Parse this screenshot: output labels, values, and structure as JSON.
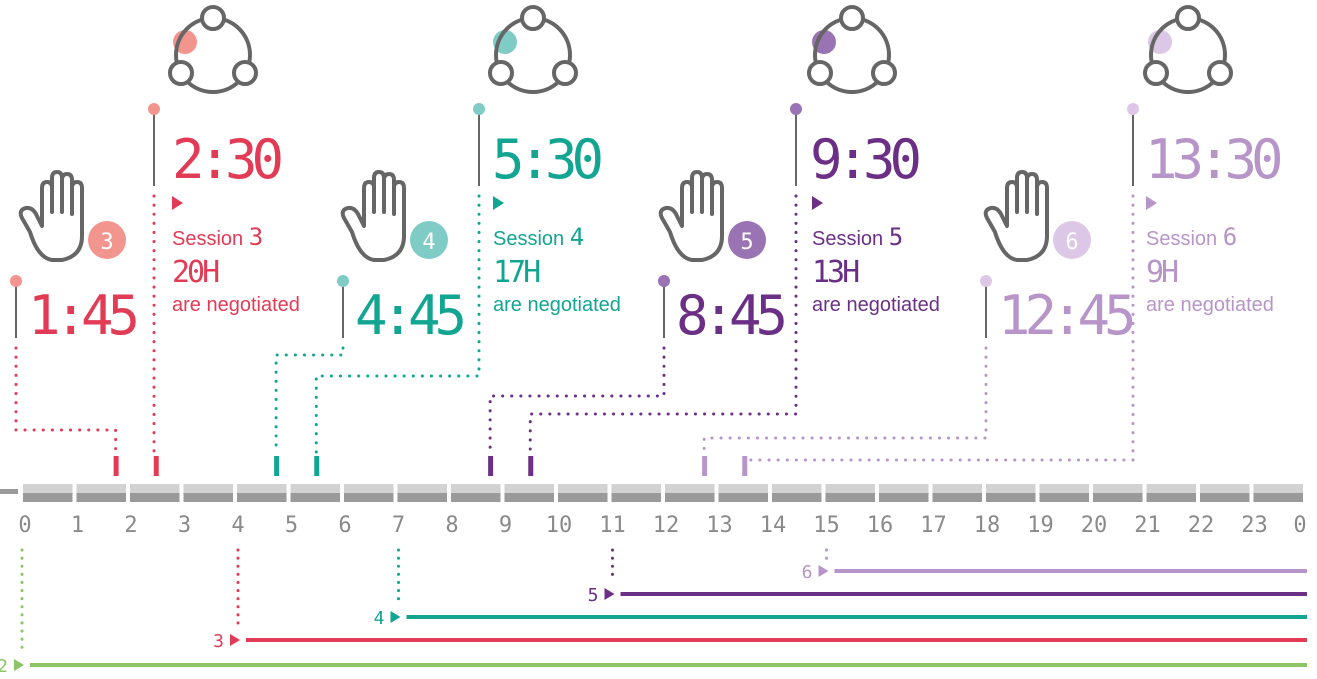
{
  "colors": {
    "s2": "#8cc466",
    "s3": "#e23b55",
    "s4": "#12a592",
    "s5": "#6b2f86",
    "s6": "#b795c9",
    "s3_light": "#f3958f",
    "s4_light": "#7fcbc6",
    "s5_light": "#9a73b4",
    "s6_light": "#dcc8e6",
    "icon_gray": "#666666",
    "bar_light": "#d2d2d2",
    "bar_dark": "#9a9a9a",
    "tick_text": "#8a8a8a"
  },
  "axis": {
    "hour_labels": [
      "0",
      "1",
      "2",
      "3",
      "4",
      "5",
      "6",
      "7",
      "8",
      "9",
      "10",
      "11",
      "12",
      "13",
      "14",
      "15",
      "16",
      "17",
      "18",
      "19",
      "20",
      "21",
      "22",
      "23",
      "0"
    ]
  },
  "sessions": [
    {
      "id": "s3",
      "hand_number": "3",
      "start_time": "1:45",
      "session_time": "2:30",
      "session_word": "Session",
      "session_number": "3",
      "hours": "20H",
      "negotiated": "are negotiated",
      "marker_hours": [
        1.75,
        2.5
      ],
      "timeline_start_hour": 4,
      "timeline_label": "3",
      "icon": "network-icon",
      "hand_icon": "raised-hand-icon"
    },
    {
      "id": "s4",
      "hand_number": "4",
      "start_time": "4:45",
      "session_time": "5:30",
      "session_word": "Session",
      "session_number": "4",
      "hours": "17H",
      "negotiated": "are negotiated",
      "marker_hours": [
        4.75,
        5.5
      ],
      "timeline_start_hour": 7,
      "timeline_label": "4",
      "icon": "network-icon",
      "hand_icon": "raised-hand-icon"
    },
    {
      "id": "s5",
      "hand_number": "5",
      "start_time": "8:45",
      "session_time": "9:30",
      "session_word": "Session",
      "session_number": "5",
      "hours": "13H",
      "negotiated": "are negotiated",
      "marker_hours": [
        8.75,
        9.5
      ],
      "timeline_start_hour": 11,
      "timeline_label": "5",
      "icon": "network-icon",
      "hand_icon": "raised-hand-icon"
    },
    {
      "id": "s6",
      "hand_number": "6",
      "start_time": "12:45",
      "session_time": "13:30",
      "session_word": "Session",
      "session_number": "6",
      "hours": "9H",
      "negotiated": "are negotiated",
      "marker_hours": [
        12.75,
        13.5
      ],
      "timeline_start_hour": 15,
      "timeline_label": "6",
      "icon": "network-icon",
      "hand_icon": "raised-hand-icon"
    }
  ],
  "session2_line": {
    "id": "s2",
    "timeline_label": "2",
    "timeline_start_hour": 0
  }
}
